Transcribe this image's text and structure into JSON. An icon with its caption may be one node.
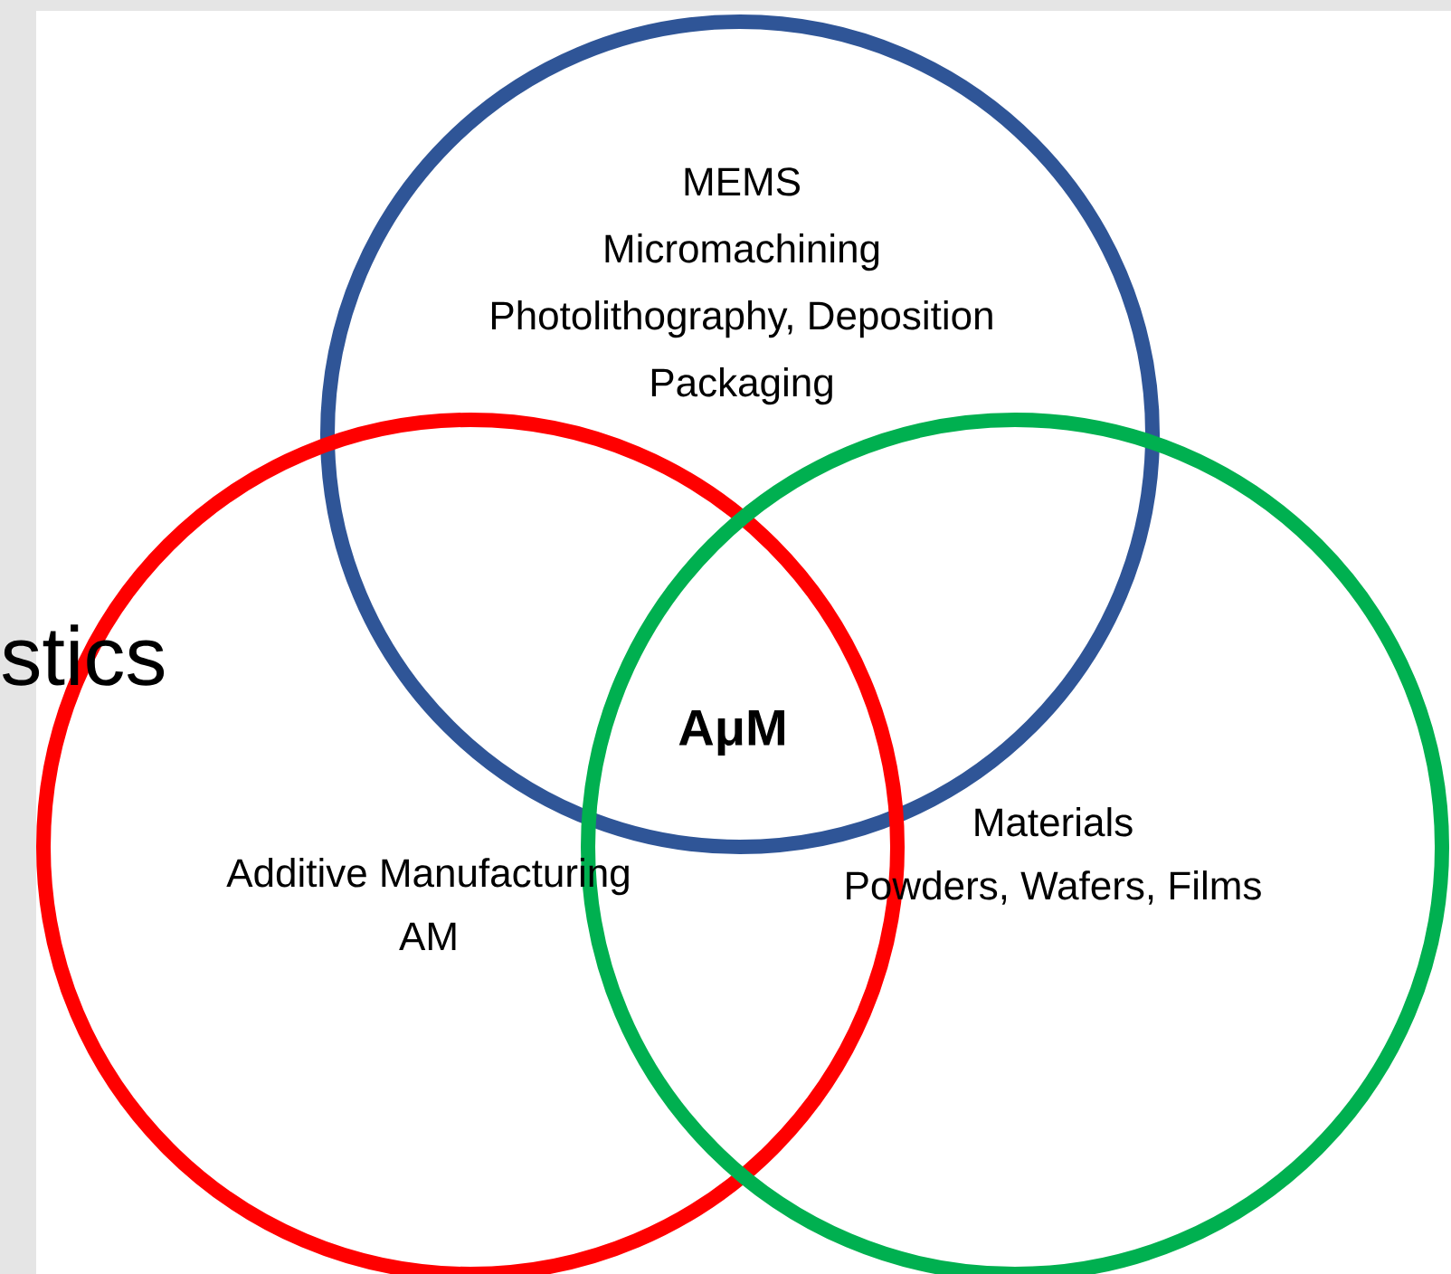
{
  "diagram": {
    "nodes": [
      {
        "text": [
          "MEMS",
          "Micromachining",
          "Photolithography, Deposition",
          "Packaging"
        ]
      },
      {
        "text": [
          "Additive Manufacturing",
          "AM"
        ]
      },
      {
        "text": [
          "Materials",
          "Powders, Wafers, Films"
        ]
      }
    ],
    "labels": [
      "stics",
      "AμM"
    ]
  }
}
